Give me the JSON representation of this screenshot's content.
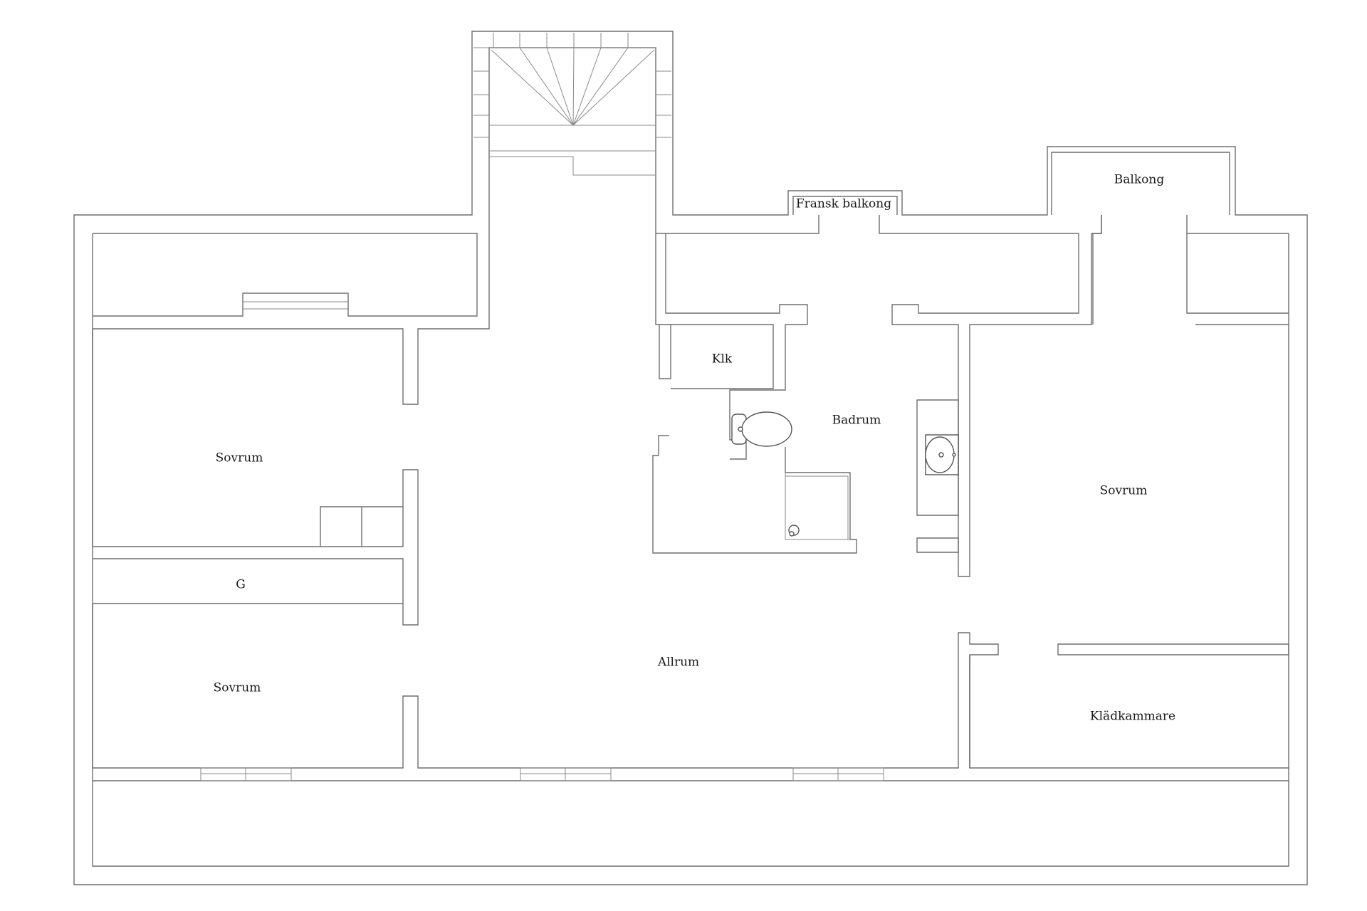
{
  "floor_plan": {
    "rooms": {
      "sovrum_top_left": "Sovrum",
      "g": "G",
      "sovrum_bottom_left": "Sovrum",
      "allrum": "Allrum",
      "klk": "Klk",
      "badrum": "Badrum",
      "sovrum_right": "Sovrum",
      "kladkammare": "Klädkammare",
      "balkong": "Balkong",
      "fransk_balkong": "Fransk balkong"
    }
  }
}
